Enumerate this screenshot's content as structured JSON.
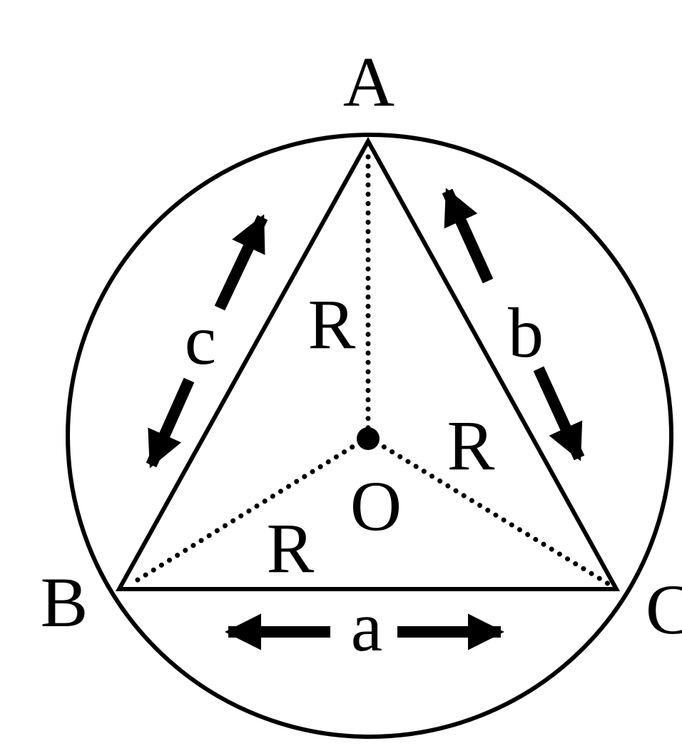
{
  "labels": {
    "vertex_a": "A",
    "vertex_b": "B",
    "vertex_c": "C",
    "center": "O",
    "radius_top": "R",
    "radius_right": "R",
    "radius_left": "R",
    "side_a": "a",
    "side_b": "b",
    "side_c": "c"
  },
  "colors": {
    "stroke": "#000000",
    "background": "#ffffff"
  }
}
